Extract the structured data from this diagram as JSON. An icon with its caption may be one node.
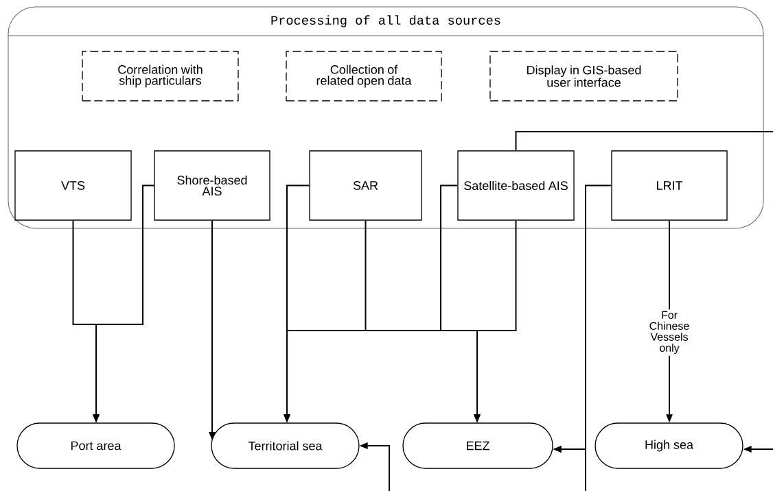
{
  "diagram": {
    "nodes": [
      {
        "text": [
          "Processing of all data sources"
        ]
      },
      {
        "text": [
          "Correlation with ship particulars"
        ],
        "in": 0
      },
      {
        "text": [
          "Collection of related open data"
        ],
        "in": 0
      },
      {
        "text": [
          "Display in GIS-based user interface"
        ],
        "in": 0
      },
      {
        "text": [
          "VTS"
        ],
        "in": 0
      },
      {
        "text": [
          "Shore-based AIS"
        ],
        "in": 0
      },
      {
        "text": [
          "SAR"
        ],
        "in": 0
      },
      {
        "text": [
          "Satellite-based AIS"
        ],
        "in": 0
      },
      {
        "text": [
          "LRIT"
        ],
        "in": 0
      },
      {
        "text": [
          "Port area"
        ]
      },
      {
        "text": [
          "Territorial sea"
        ]
      },
      {
        "text": [
          "EEZ"
        ]
      },
      {
        "text": [
          "High sea"
        ]
      }
    ],
    "edges": [
      {
        "from": 4,
        "to": 9,
        "arrow": "to"
      },
      {
        "from": 5,
        "to": 9,
        "arrow": "to"
      },
      {
        "from": 5,
        "to": 10,
        "arrow": "to"
      },
      {
        "from": 6,
        "to": 10,
        "arrow": "to"
      },
      {
        "from": 6,
        "to": 11,
        "arrow": "to"
      },
      {
        "from": 7,
        "to": 10,
        "arrow": "to"
      },
      {
        "from": 7,
        "to": 11,
        "arrow": "to"
      },
      {
        "from": 7,
        "to": null,
        "arrow": "none"
      },
      {
        "from": 8,
        "to": 11,
        "arrow": "to"
      },
      {
        "from": null,
        "to": 11,
        "arrow": "to"
      },
      {
        "from": 8,
        "to": 12,
        "arrow": "to",
        "label": "For Chinese Vessels only"
      },
      {
        "from": null,
        "to": 10,
        "arrow": "to"
      },
      {
        "from": null,
        "to": 12,
        "arrow": "to"
      }
    ]
  }
}
